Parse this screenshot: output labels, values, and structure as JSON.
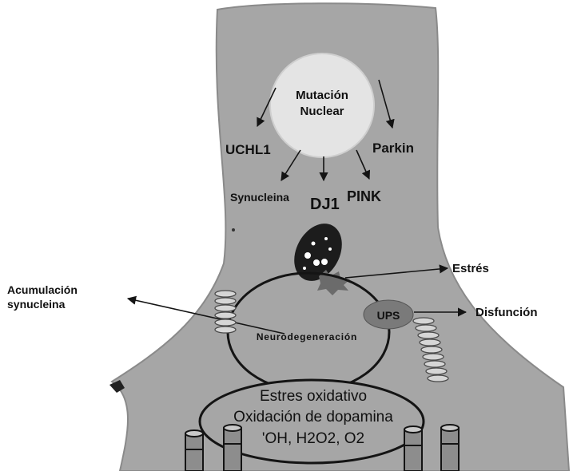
{
  "diagram": {
    "nucleus": {
      "line1": "Mutación",
      "line2": "Nuclear"
    },
    "genes": {
      "uchl1": "UCHL1",
      "parkin": "Parkin",
      "synucleina": "Synucleina",
      "dj1": "DJ1",
      "pink": "PINK"
    },
    "labels": {
      "estres": "Estrés",
      "acumulacion_line1": "Acumulación",
      "acumulacion_line2": "synucleina",
      "ups": "UPS",
      "disfuncion": "Disfunción",
      "neurodegeneracion": "Neurodegeneración"
    },
    "oxidative": {
      "line1": "Estres oxidativo",
      "line2": "Oxidación de dopamina",
      "line3": "'OH, H2O2, O2"
    },
    "colors": {
      "neuron_fill": "#a6a6a6",
      "neuron_stroke": "#8a8a8a",
      "nucleus_fill": "#e4e4e4",
      "ups_fill": "#7a7a7a",
      "mitochondria_fill": "#1c1c1c",
      "outline": "#141414"
    }
  }
}
